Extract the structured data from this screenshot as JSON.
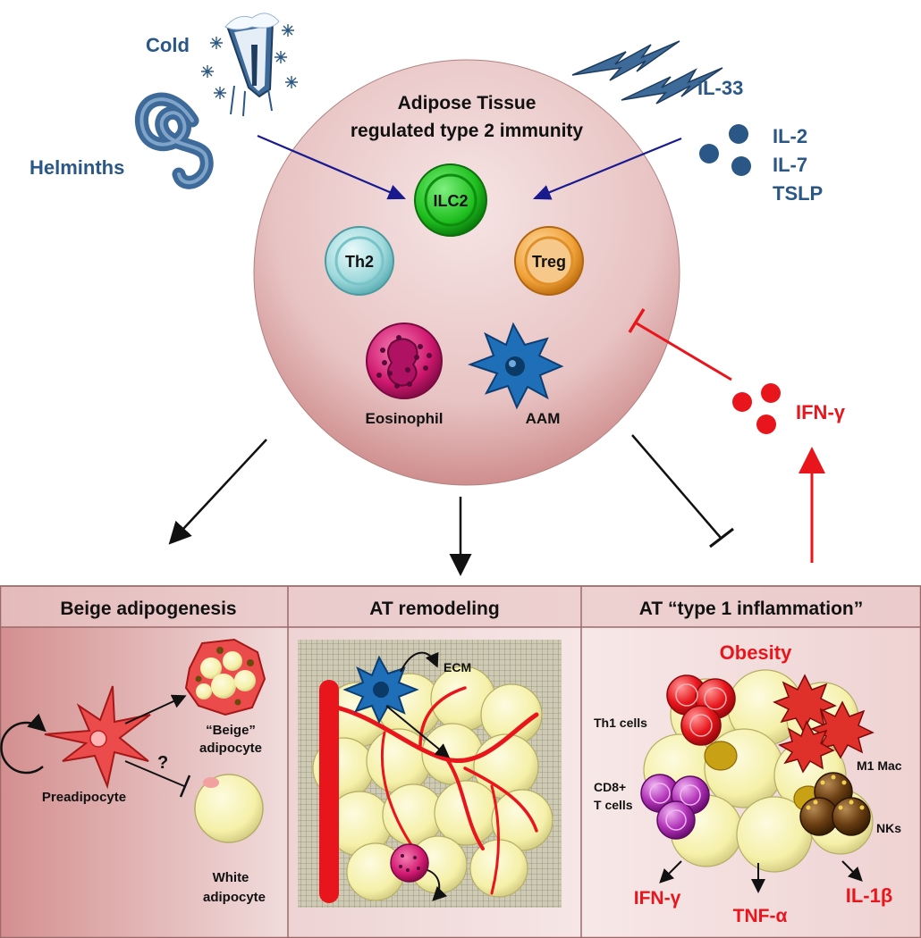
{
  "circle": {
    "title_line1": "Adipose Tissue",
    "title_line2": "regulated type 2 immunity"
  },
  "stimuli": {
    "cold": "Cold",
    "helminths": "Helminths",
    "il33": "IL-33",
    "il2": "IL-2",
    "il7": "IL-7",
    "tslp": "TSLP"
  },
  "cells": {
    "ilc2": "ILC2",
    "th2": "Th2",
    "treg": "Treg",
    "eosinophil": "Eosinophil",
    "aam": "AAM"
  },
  "feedback": {
    "ifn_gamma": "IFN-γ"
  },
  "panels": [
    {
      "title": "Beige adipogenesis"
    },
    {
      "title": "AT remodeling"
    },
    {
      "title": "AT “type 1 inflammation”"
    }
  ],
  "panel1": {
    "preadipocyte": "Preadipocyte",
    "beige_line1": "“Beige”",
    "beige_line2": "adipocyte",
    "question": "?",
    "white_line1": "White",
    "white_line2": "adipocyte"
  },
  "panel2": {
    "ecm": "ECM"
  },
  "panel3": {
    "obesity": "Obesity",
    "th1": "Th1 cells",
    "cd8_line1": "CD8+",
    "cd8_line2": "T cells",
    "m1": "M1 Mac",
    "nks": "NKs",
    "ifn": "IFN-γ",
    "tnf": "TNF-α",
    "il1b": "IL-1β"
  },
  "colors": {
    "label_blue": "#2a5785",
    "inflammation_red": "#e8161c",
    "ilc2_green": "#1fbf1f",
    "th2_cyan": "#9fd9dc",
    "treg_orange": "#f2a33a",
    "eosinophil_magenta": "#d01870",
    "aam_blue": "#1f6fb8"
  }
}
